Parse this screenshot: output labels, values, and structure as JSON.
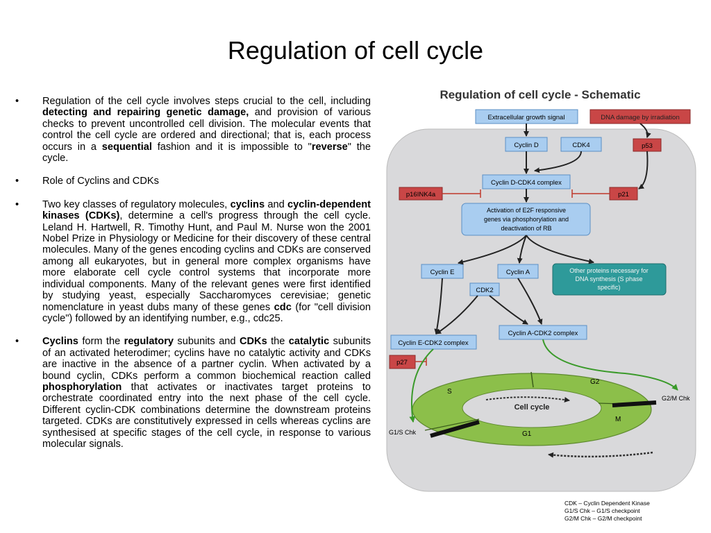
{
  "slide": {
    "title": "Regulation of cell cycle",
    "bullet_symbol": "•"
  },
  "bullets": {
    "b1": {
      "t1": "Regulation of the cell cycle involves steps crucial to the cell, including ",
      "b1": "detecting and repairing genetic damage,",
      "t2": " and provision of various checks to prevent uncontrolled cell division. The molecular events that control the cell cycle are ordered and directional; that is, each process occurs in a ",
      "b2": "sequential",
      "t3": " fashion and it is impossible to \"",
      "b3": "reverse",
      "t4": "\" the cycle."
    },
    "b2": {
      "text": "Role of Cyclins and CDKs"
    },
    "b3": {
      "t1": "Two key classes of regulatory molecules, ",
      "b1": "cyclins",
      "t2": " and ",
      "b2": "cyclin-dependent kinases (CDKs)",
      "t3": ", determine a cell's progress through the cell cycle. Leland H. Hartwell, R. Timothy Hunt, and Paul M. Nurse won the 2001 Nobel Prize in Physiology or Medicine for their discovery of these central molecules.  Many of the genes encoding cyclins and CDKs are conserved among all eukaryotes, but in general more complex organisms have more elaborate cell cycle control systems that incorporate more individual components. Many of the relevant genes were first identified by studying yeast, especially Saccharomyces cerevisiae; genetic nomenclature in yeast dubs many of these genes ",
      "b3": "cdc",
      "t4": " (for \"cell division cycle\") followed by an identifying number, e.g., cdc25."
    },
    "b4": {
      "b1": "Cyclins",
      "t1": " form the ",
      "b2": "regulatory",
      "t2": " subunits and ",
      "b3": "CDKs",
      "t3": " the ",
      "b4": "catalytic",
      "t4": " subunits of an activated heterodimer; cyclins have no catalytic activity and CDKs are inactive in the absence of a partner cyclin. When activated by a bound cyclin, CDKs perform a common biochemical reaction called ",
      "b5": "phosphorylation",
      "t5": " that activates or inactivates target proteins to orchestrate coordinated entry into the next phase of the cell cycle. Different cyclin-CDK combinations determine the downstream proteins targeted. CDKs are constitutively expressed in cells whereas cyclins are synthesised at specific stages of the cell cycle, in response to various molecular signals."
    }
  },
  "schematic": {
    "title": "Regulation of cell cycle - Schematic",
    "extracellular_signal": "Extracellular growth signal",
    "dna_damage": "DNA damage by irradiation",
    "cyclin_d": "Cyclin D",
    "cdk4": "CDK4",
    "p53": "p53",
    "cyclin_d_cdk4": "Cyclin D-CDK4 complex",
    "p16ink4a": "p16INK4a",
    "p21": "p21",
    "e2f_line1": "Activation of E2F responsive",
    "e2f_line2": "genes via phosphorylation and",
    "e2f_line3": "deactivation of RB",
    "cyclin_e": "Cyclin E",
    "cyclin_a": "Cyclin A",
    "other_line1": "Other proteins necessary for",
    "other_line2": "DNA synthesis (S phase",
    "other_line3": "specific)",
    "cdk2": "CDK2",
    "cyclin_a_cdk2": "Cyclin A-CDK2 complex",
    "cyclin_e_cdk2": "Cyclin E-CDK2 complex",
    "p27": "p27",
    "cycle_label": "Cell cycle",
    "phase_s": "S",
    "phase_g2": "G2",
    "phase_m": "M",
    "phase_g1": "G1",
    "g2m_chk": "G2/M Chk",
    "g1s_chk": "G1/S Chk",
    "legend1": "CDK – Cyclin Dependent Kinase",
    "legend2": "G1/S Chk – G1/S checkpoint",
    "legend3": "G2/M Chk – G2/M checkpoint"
  },
  "colors": {
    "blue_box": "#a9cdf0",
    "blue_border": "#5b8fc4",
    "red_box": "#c94646",
    "teal_box": "#2e9a9a",
    "panel": "#d9d9db",
    "ring": "#8cbf4a",
    "arrow_green": "#3a9a2a",
    "inhibit_red": "#c0392b"
  }
}
